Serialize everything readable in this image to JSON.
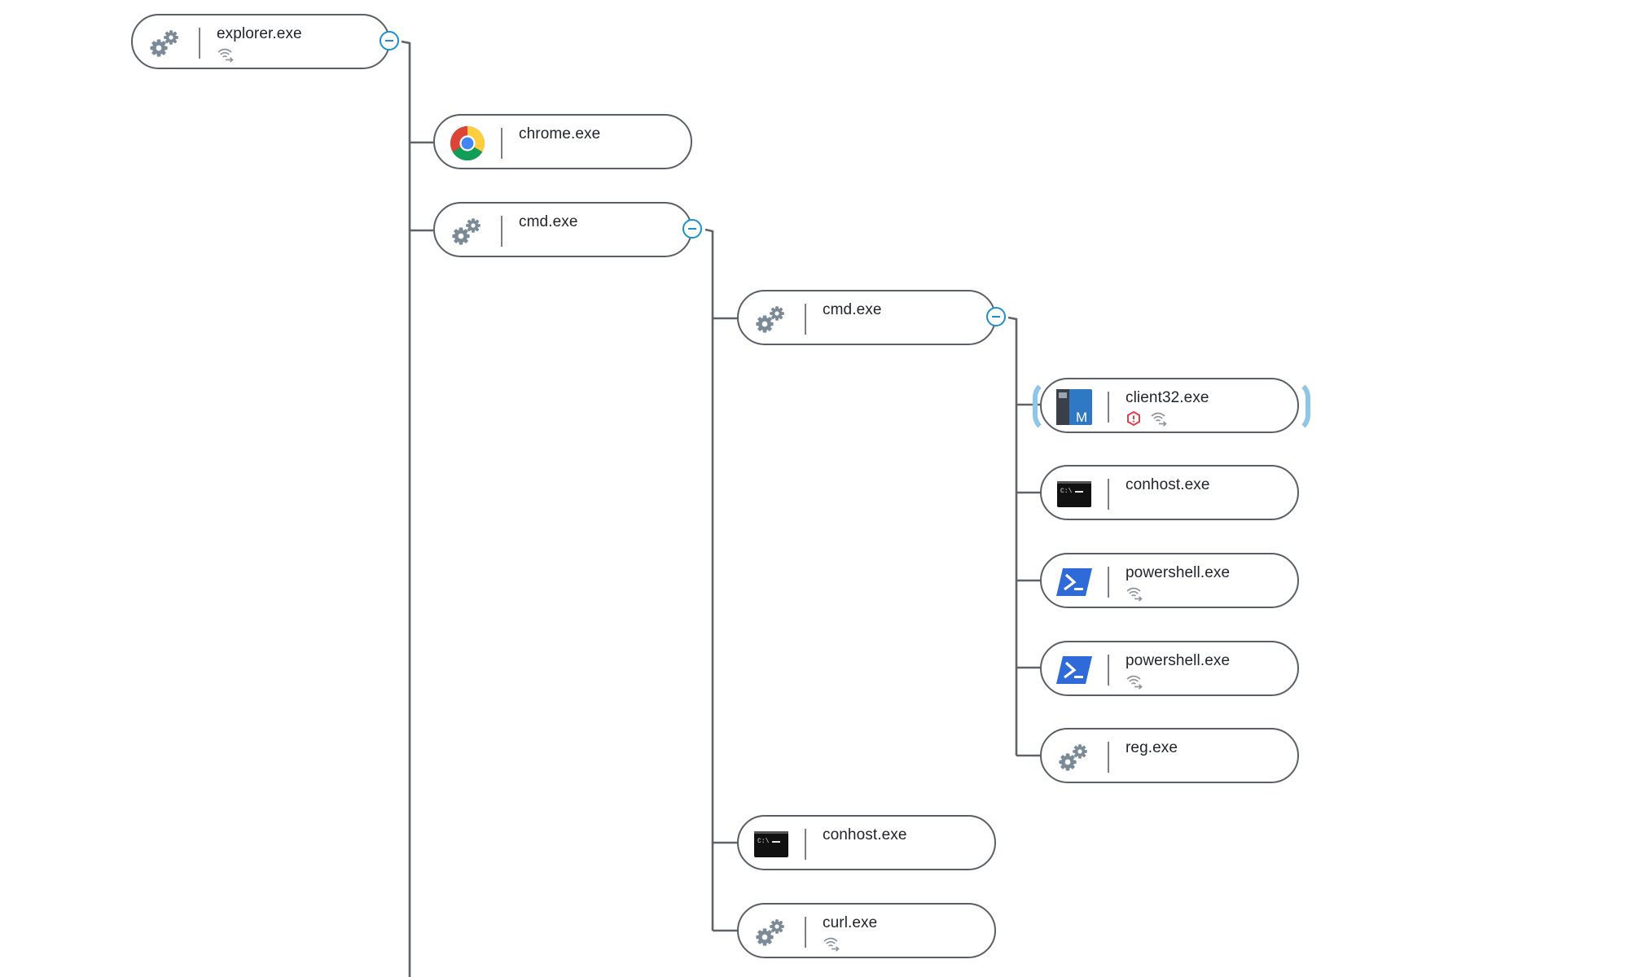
{
  "process_tree": {
    "nodes": [
      {
        "id": "explorer",
        "label": "explorer.exe",
        "icon": "gears-icon",
        "badges": [
          "network-icon"
        ],
        "collapsible": true
      },
      {
        "id": "chrome",
        "label": "chrome.exe",
        "icon": "chrome-icon",
        "badges": [],
        "collapsible": false
      },
      {
        "id": "cmd1",
        "label": "cmd.exe",
        "icon": "gears-icon",
        "badges": [],
        "collapsible": true
      },
      {
        "id": "cmd2",
        "label": "cmd.exe",
        "icon": "gears-icon",
        "badges": [],
        "collapsible": true
      },
      {
        "id": "client32",
        "label": "client32.exe",
        "icon": "app-m-icon",
        "badges": [
          "alert-hexagon-icon",
          "network-icon"
        ],
        "collapsible": false,
        "highlighted": true
      },
      {
        "id": "conhost1",
        "label": "conhost.exe",
        "icon": "console-icon",
        "badges": [],
        "collapsible": false
      },
      {
        "id": "powershell1",
        "label": "powershell.exe",
        "icon": "powershell-icon",
        "badges": [
          "network-icon"
        ],
        "collapsible": false
      },
      {
        "id": "powershell2",
        "label": "powershell.exe",
        "icon": "powershell-icon",
        "badges": [
          "network-icon"
        ],
        "collapsible": false
      },
      {
        "id": "reg",
        "label": "reg.exe",
        "icon": "gears-icon",
        "badges": [],
        "collapsible": false
      },
      {
        "id": "conhost2",
        "label": "conhost.exe",
        "icon": "console-icon",
        "badges": [],
        "collapsible": false
      },
      {
        "id": "curl",
        "label": "curl.exe",
        "icon": "gears-icon",
        "badges": [
          "network-icon"
        ],
        "collapsible": false
      }
    ]
  },
  "colors": {
    "connector": "#5f6368",
    "node_border": "#5a5f66",
    "collapse_accent": "#1a8fd2",
    "highlight": "#8ec6e8",
    "alert": "#e0404a",
    "powershell": "#2f6ad9",
    "gear": "#7a8a96"
  }
}
